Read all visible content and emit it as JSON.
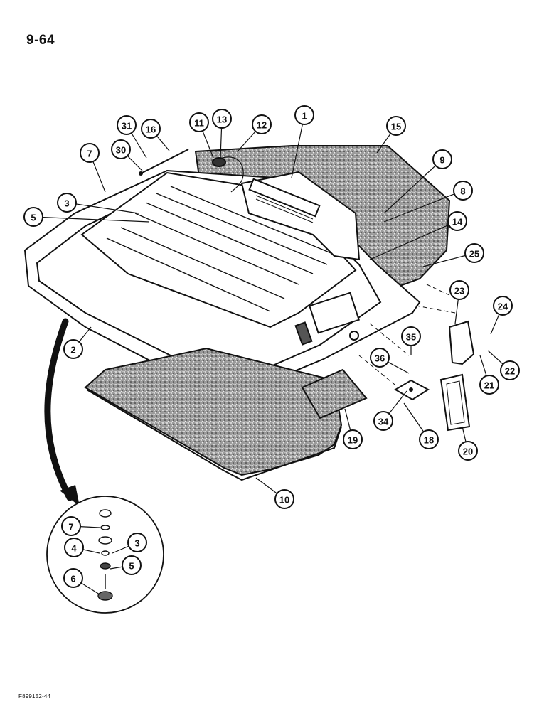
{
  "header": {
    "page_number": "9-64"
  },
  "footer": {
    "figure_code": "F899152-44"
  },
  "callouts": [
    {
      "label": "31"
    },
    {
      "label": "16"
    },
    {
      "label": "11"
    },
    {
      "label": "13"
    },
    {
      "label": "12"
    },
    {
      "label": "1"
    },
    {
      "label": "15"
    },
    {
      "label": "7"
    },
    {
      "label": "30"
    },
    {
      "label": "9"
    },
    {
      "label": "8"
    },
    {
      "label": "3"
    },
    {
      "label": "5"
    },
    {
      "label": "14"
    },
    {
      "label": "25"
    },
    {
      "label": "23"
    },
    {
      "label": "24"
    },
    {
      "label": "35"
    },
    {
      "label": "2"
    },
    {
      "label": "36"
    },
    {
      "label": "22"
    },
    {
      "label": "21"
    },
    {
      "label": "34"
    },
    {
      "label": "19"
    },
    {
      "label": "18"
    },
    {
      "label": "20"
    },
    {
      "label": "10"
    },
    {
      "label": "7"
    },
    {
      "label": "4"
    },
    {
      "label": "3"
    },
    {
      "label": "5"
    },
    {
      "label": "6"
    }
  ],
  "colors": {
    "ink": "#111111",
    "paper": "#ffffff",
    "fabric": "#8a8a8a"
  }
}
